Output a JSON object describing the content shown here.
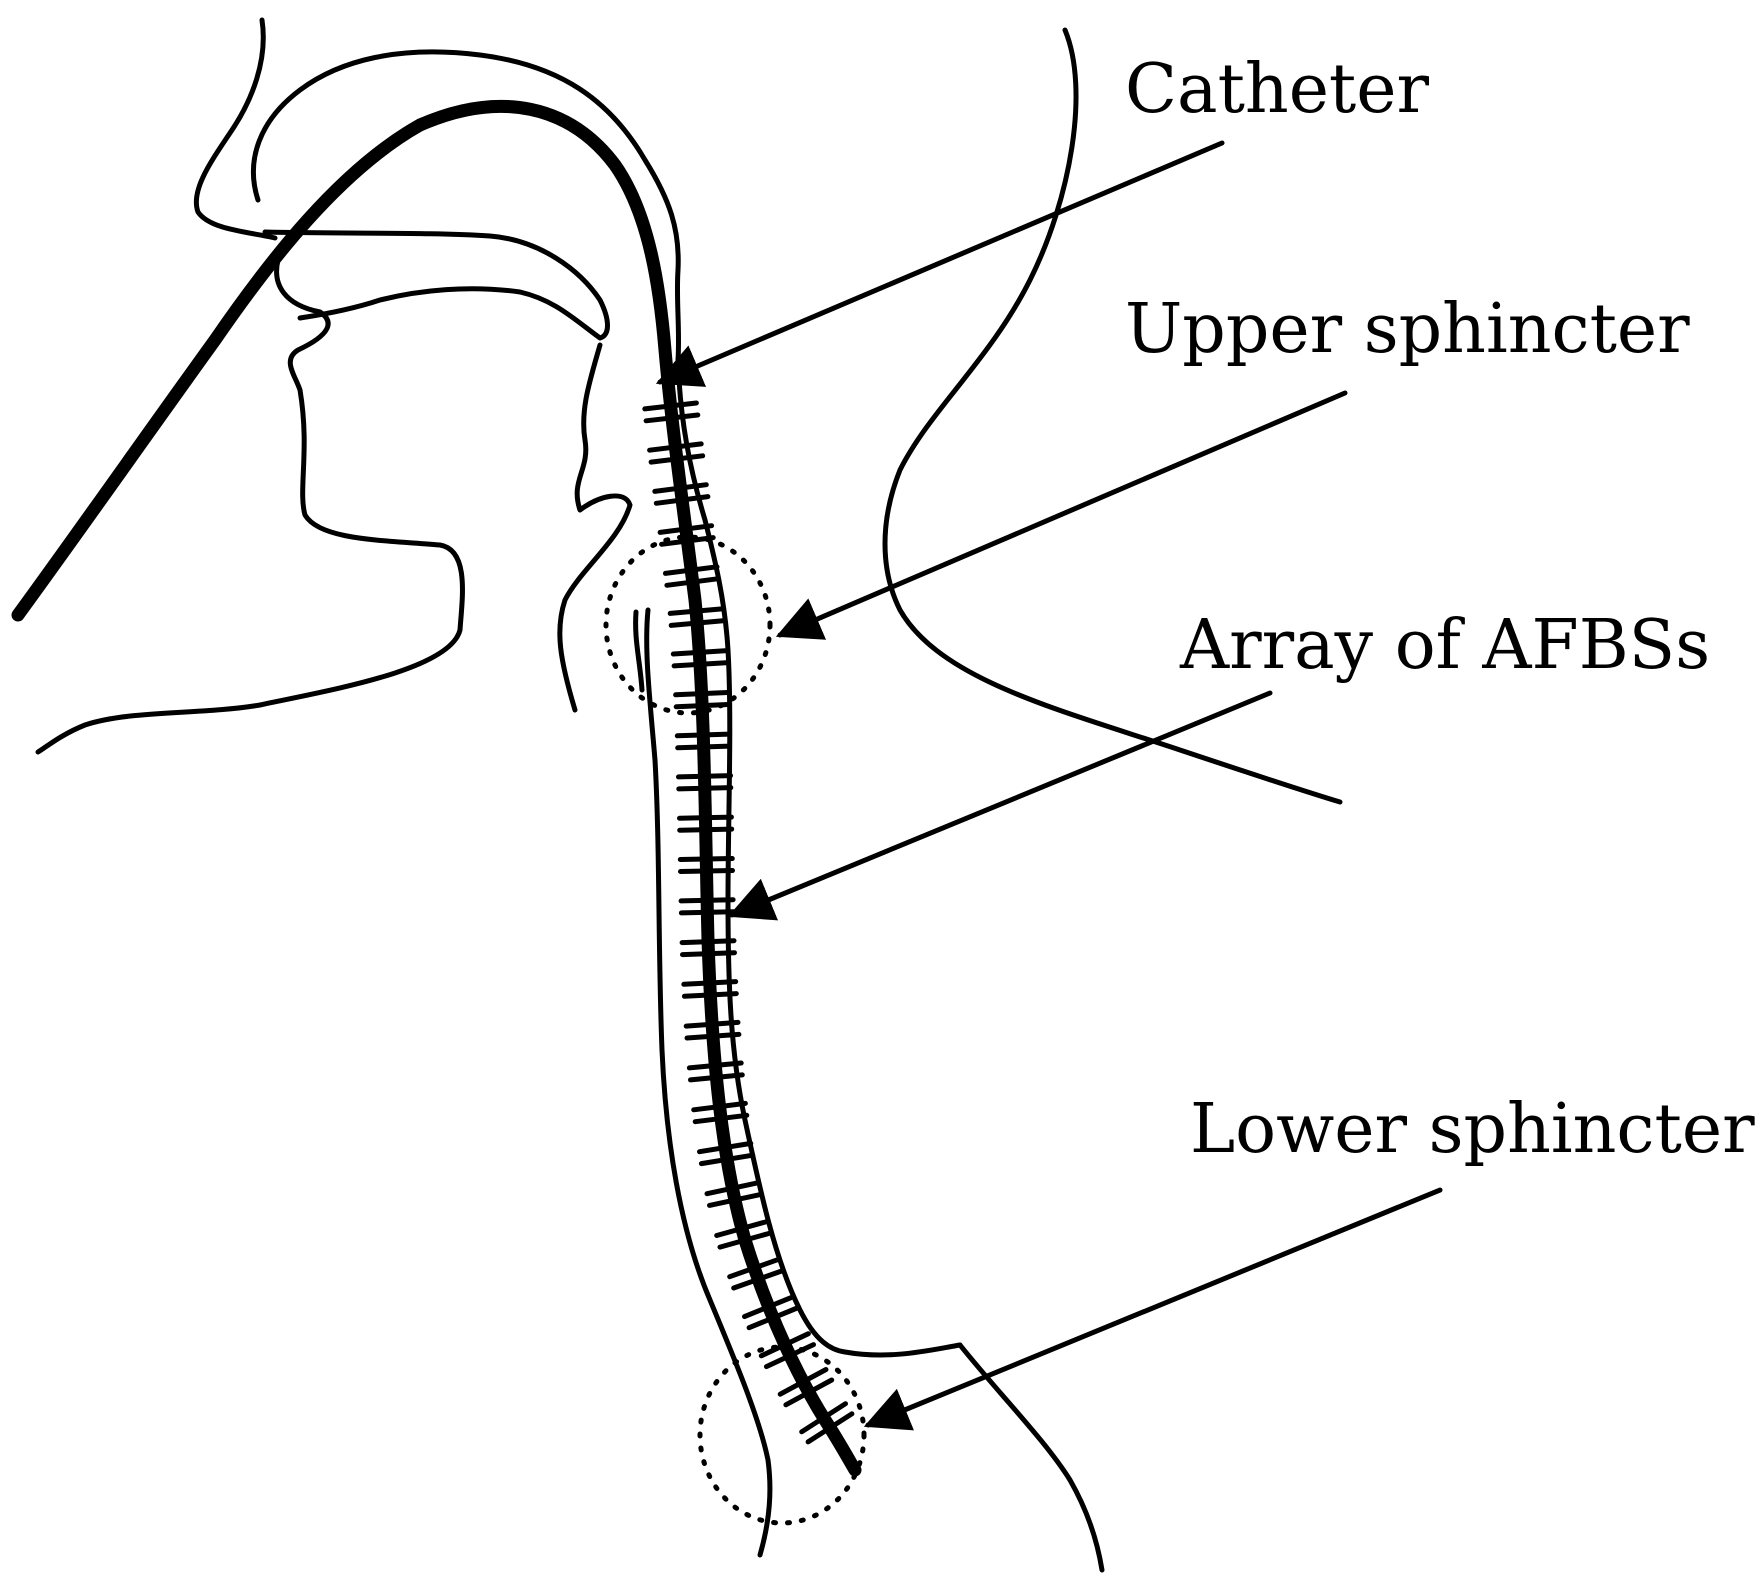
{
  "labels": {
    "catheter": "Catheter",
    "upper_sphincter": "Upper sphincter",
    "array": "Array of AFBSs",
    "lower_sphincter": "Lower sphincter"
  },
  "colors": {
    "ink": "#000000",
    "background": "#ffffff"
  },
  "sensor_count": 26
}
